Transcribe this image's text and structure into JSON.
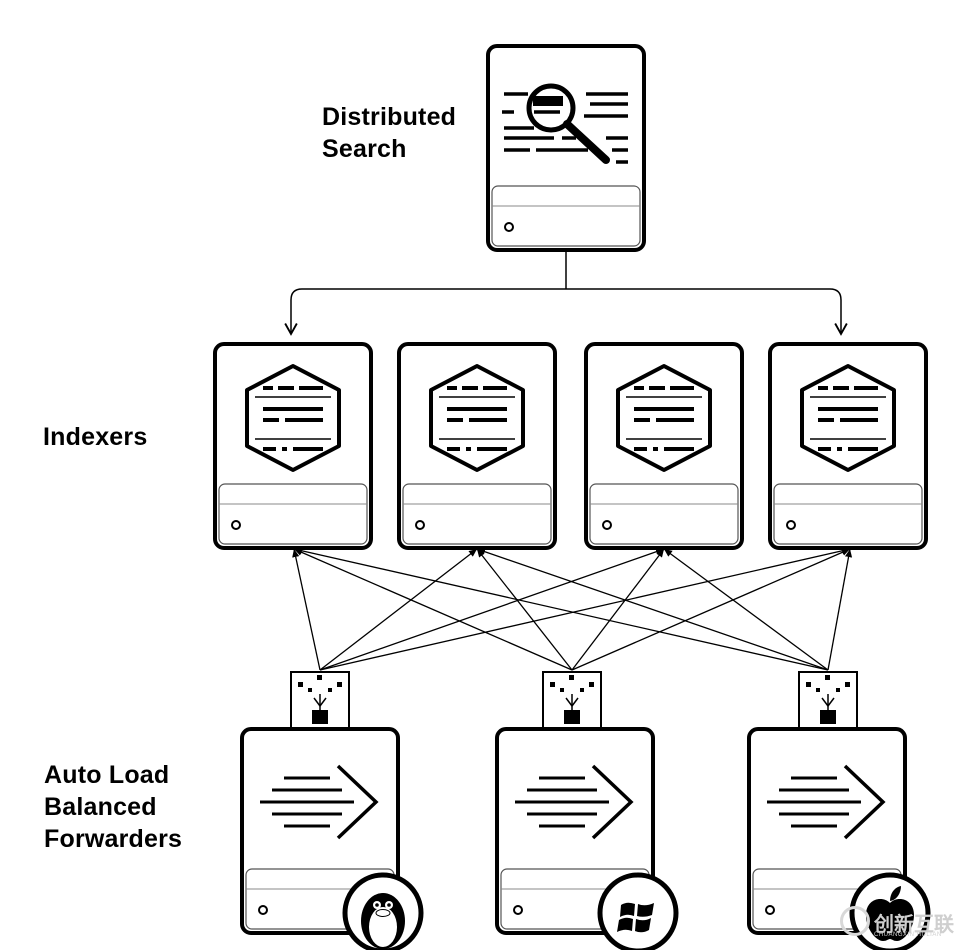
{
  "labels": {
    "search": [
      "Distributed",
      "Search"
    ],
    "indexers": "Indexers",
    "forwarders": [
      "Auto Load",
      "Balanced",
      "Forwarders"
    ]
  },
  "nodes": {
    "search_head": {
      "icon": "magnifier-document-icon"
    },
    "indexers": [
      {
        "icon": "hexagon-index-icon"
      },
      {
        "icon": "hexagon-index-icon"
      },
      {
        "icon": "hexagon-index-icon"
      },
      {
        "icon": "hexagon-index-icon"
      }
    ],
    "forwarders": [
      {
        "icon": "forward-chevron-icon",
        "os": "linux-penguin-icon"
      },
      {
        "icon": "forward-chevron-icon",
        "os": "windows-logo-icon"
      },
      {
        "icon": "forward-chevron-icon",
        "os": "apple-logo-icon"
      }
    ]
  },
  "watermark": {
    "text": "创新互联",
    "sub": "CHUANGXIN HULIAN"
  }
}
